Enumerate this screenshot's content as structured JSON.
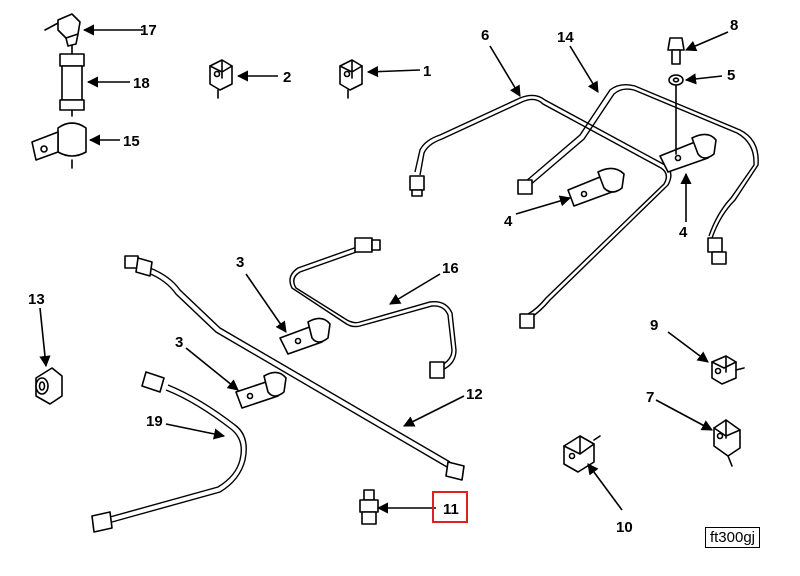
{
  "figure_code": "ft300gj",
  "highlighted_callout": "11",
  "highlight_color": "#e02020",
  "callouts": [
    "1",
    "2",
    "3",
    "3",
    "4",
    "4",
    "5",
    "6",
    "7",
    "8",
    "9",
    "10",
    "11",
    "12",
    "13",
    "14",
    "15",
    "16",
    "17",
    "18",
    "19"
  ]
}
